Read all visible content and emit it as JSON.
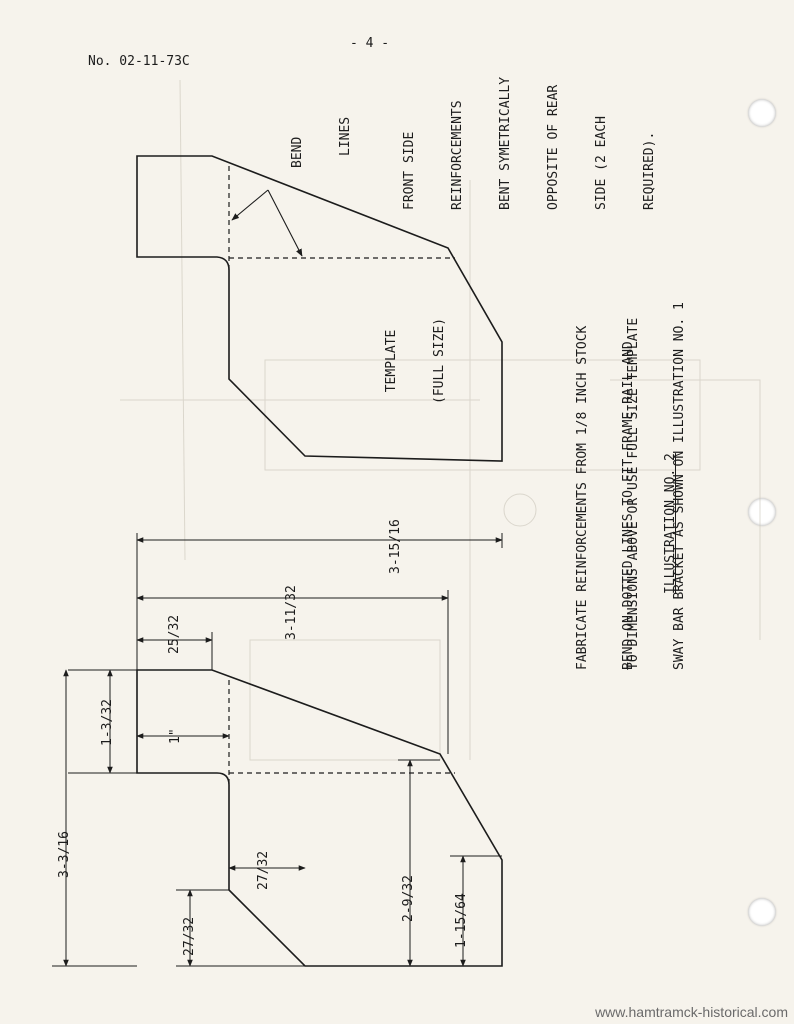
{
  "header": {
    "doc_number": "No. 02-11-73C",
    "page_number": "- 4 -"
  },
  "template": {
    "label_line1": "TEMPLATE",
    "label_line2": "(FULL SIZE)",
    "bend_lines_label": [
      "BEND",
      "LINES"
    ],
    "front_side_note": [
      "FRONT SIDE",
      "REINFORCEMENTS",
      "BENT SYMETRICALLY",
      "OPPOSITE OF REAR",
      "SIDE (2 EACH",
      "REQUIRED)."
    ]
  },
  "dimensions": {
    "overall_length": "3-15/16",
    "upper_length": "3-11/32",
    "top_edge": "25/32",
    "bend_offset": "1\"",
    "top_height": "1-3/32",
    "overall_height": "3-3/16",
    "lower_step_a": "27/32",
    "lower_step_b": "27/32",
    "mid_height": "2-9/32",
    "right_height": "1-15/64"
  },
  "instructions": {
    "fabricate": [
      "FABRICATE REINFORCEMENTS FROM 1/8 INCH STOCK",
      "TO DIMENSIONS ABOVE OR USE FULL SIZE TEMPLATE"
    ],
    "bend": [
      "BEND ON DOTTED LINES TO FIT FRAME RAIL AND",
      "SWAY BAR BRACKET AS SHOWN ON ILLUSTRATION NO. 1"
    ]
  },
  "illustration_title": "ILLUSTRATION NO. 2",
  "watermark": "www.hamtramck-historical.com"
}
